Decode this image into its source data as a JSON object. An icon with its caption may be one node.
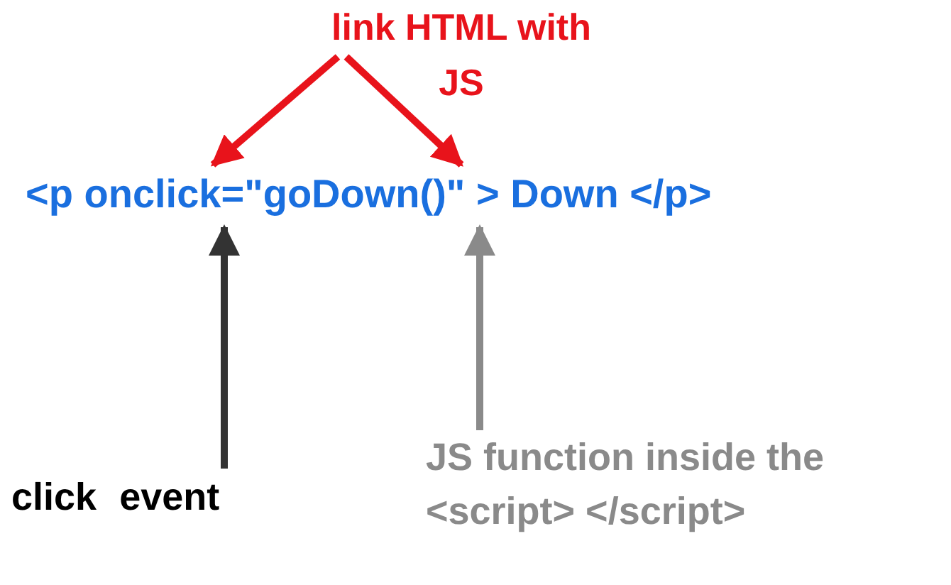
{
  "diagram": {
    "nodes": [
      {
        "text": [
          "link HTML with JS"
        ]
      },
      {
        "text": [
          "<p onclick=\"goDown()\" > Down </p>"
        ]
      },
      {
        "text": [
          "click",
          "event"
        ]
      },
      {
        "text": [
          "JS function inside the <script> </script>"
        ]
      }
    ],
    "edges": [
      {
        "from": 0,
        "to": 1,
        "arrow": "to"
      },
      {
        "from": 0,
        "to": 1,
        "arrow": "to"
      },
      {
        "from": 2,
        "to": 1,
        "arrow": "to",
        "color": "#333333"
      },
      {
        "from": 3,
        "to": 1,
        "arrow": "to",
        "color": "#8a8a8a"
      }
    ]
  }
}
